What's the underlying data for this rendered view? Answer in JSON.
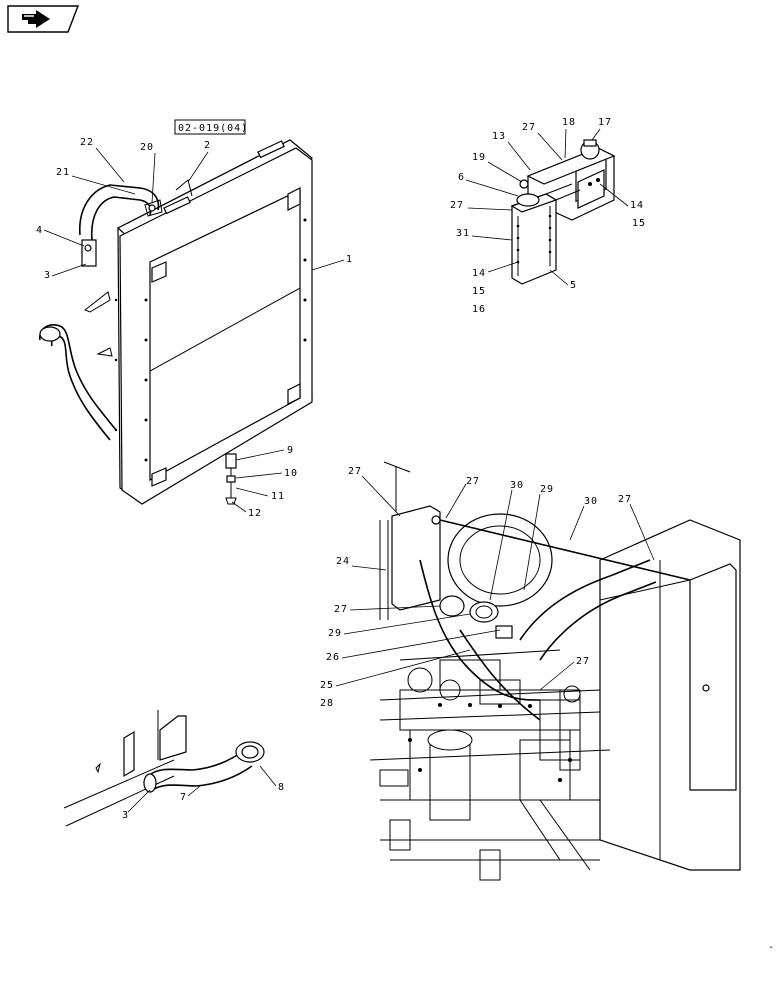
{
  "nav": {
    "back_icon": "return-arrow-icon"
  },
  "reference_box": {
    "label": "02-019(04)"
  },
  "callouts_radiator": {
    "c22": "22",
    "c21": "21",
    "c20": "20",
    "c2": "2",
    "c4": "4",
    "c3": "3",
    "c1": "1",
    "c9": "9",
    "c10": "10",
    "c11": "11",
    "c12": "12"
  },
  "callouts_tank": {
    "c13": "13",
    "c27a": "27",
    "c18": "18",
    "c17": "17",
    "c19": "19",
    "c6": "6",
    "c27b": "27",
    "c31": "31",
    "c14a": "14",
    "c15a": "15",
    "c14b": "14",
    "c15b": "15",
    "c16": "16",
    "c5": "5"
  },
  "callouts_hose": {
    "c3": "3",
    "c7": "7",
    "c8": "8"
  },
  "callouts_engine": {
    "c27a": "27",
    "c27b": "27",
    "c30a": "30",
    "c29a": "29",
    "c30b": "30",
    "c27c": "27",
    "c24": "24",
    "c27d": "27",
    "c29b": "29",
    "c26": "26",
    "c25": "25",
    "c28": "28",
    "c27e": "27"
  },
  "corner_mark": "-"
}
